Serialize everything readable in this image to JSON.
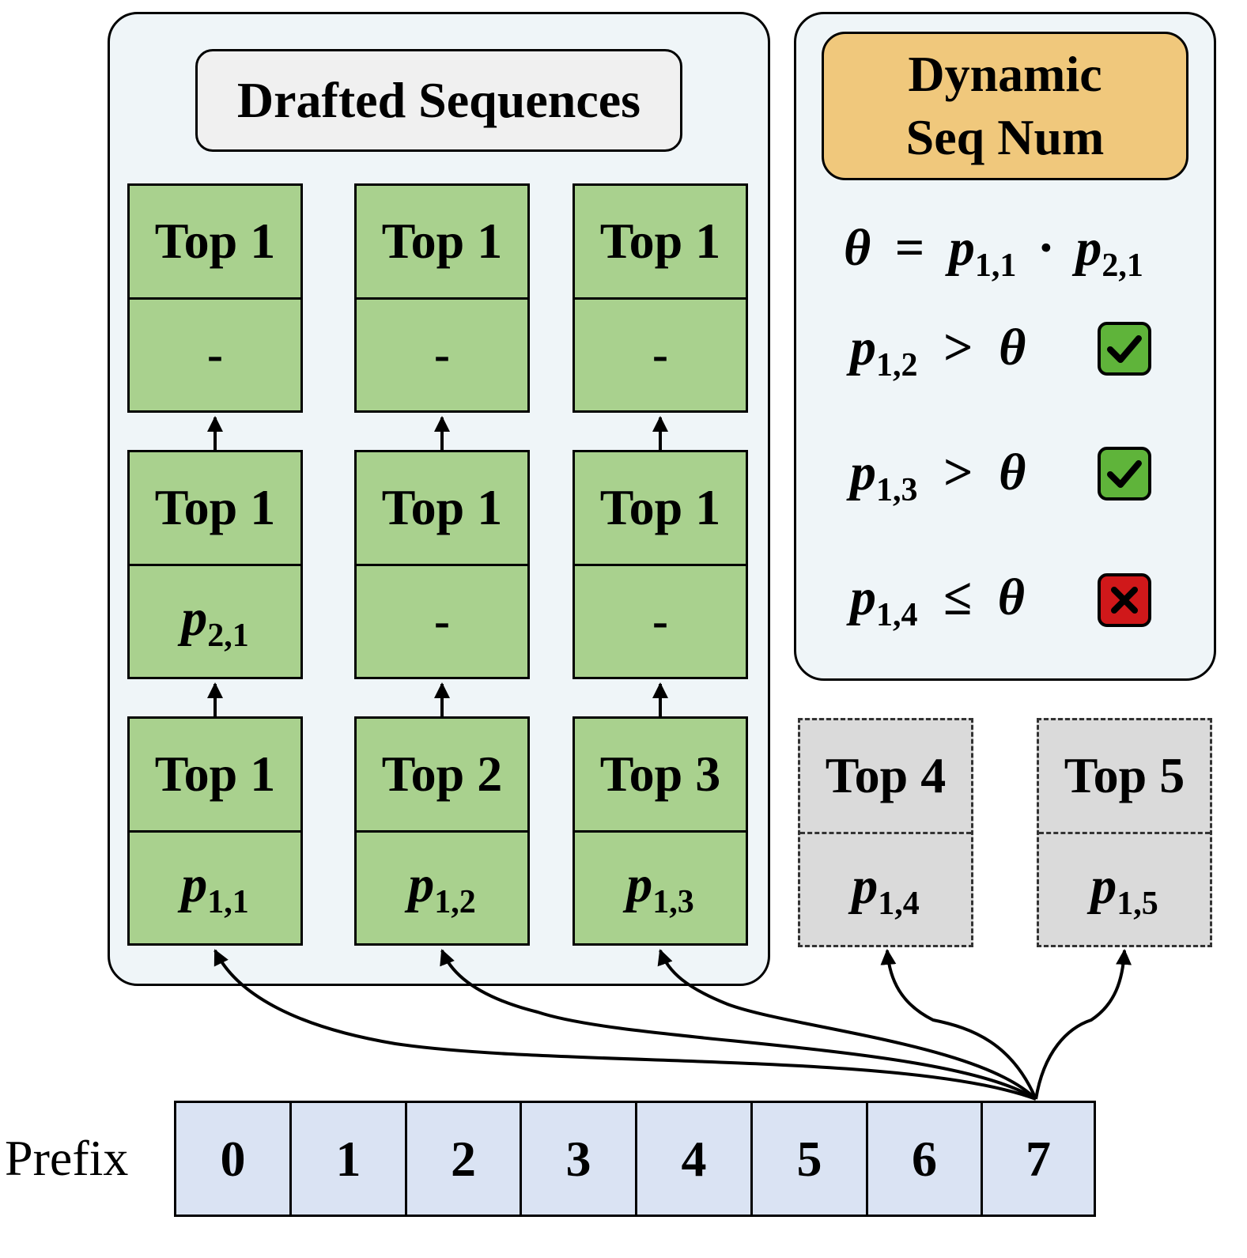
{
  "drafted_panel": {
    "title": "Drafted Sequences",
    "columns": [
      {
        "blocks": [
          {
            "label": "Top 1",
            "prob": "p",
            "prob_sub": "1,1"
          },
          {
            "label": "Top 1",
            "prob": "p",
            "prob_sub": "2,1"
          },
          {
            "label": "Top 1",
            "prob": "-",
            "prob_sub": ""
          }
        ]
      },
      {
        "blocks": [
          {
            "label": "Top 2",
            "prob": "p",
            "prob_sub": "1,2"
          },
          {
            "label": "Top 1",
            "prob": "-",
            "prob_sub": ""
          },
          {
            "label": "Top 1",
            "prob": "-",
            "prob_sub": ""
          }
        ]
      },
      {
        "blocks": [
          {
            "label": "Top 3",
            "prob": "p",
            "prob_sub": "1,3"
          },
          {
            "label": "Top 1",
            "prob": "-",
            "prob_sub": ""
          },
          {
            "label": "Top 1",
            "prob": "-",
            "prob_sub": ""
          }
        ]
      }
    ]
  },
  "rejected_candidates": [
    {
      "label": "Top 4",
      "prob": "p",
      "prob_sub": "1,4"
    },
    {
      "label": "Top 5",
      "prob": "p",
      "prob_sub": "1,5"
    }
  ],
  "dynamic_panel": {
    "title_line1": "Dynamic",
    "title_line2": "Seq Num",
    "theta_def": {
      "lhs": "θ",
      "op": "=",
      "a": "p",
      "a_sub": "1,1",
      "dot": "·",
      "b": "p",
      "b_sub": "2,1"
    },
    "conditions": [
      {
        "p": "p",
        "sub": "1,2",
        "op": ">",
        "theta": "θ",
        "result": "check"
      },
      {
        "p": "p",
        "sub": "1,3",
        "op": ">",
        "theta": "θ",
        "result": "check"
      },
      {
        "p": "p",
        "sub": "1,4",
        "op": "≤",
        "theta": "θ",
        "result": "cross"
      }
    ]
  },
  "prefix": {
    "label": "Prefix",
    "tokens": [
      "0",
      "1",
      "2",
      "3",
      "4",
      "5",
      "6",
      "7"
    ]
  },
  "colors": {
    "panel_bg": "#eff5f8",
    "block_green": "#a9d18e",
    "block_gray": "#dadada",
    "dynamic_orange": "#f0c87c",
    "prefix_blue": "#dae3f3",
    "check_green": "#5fb43a",
    "cross_red": "#d0181a"
  }
}
